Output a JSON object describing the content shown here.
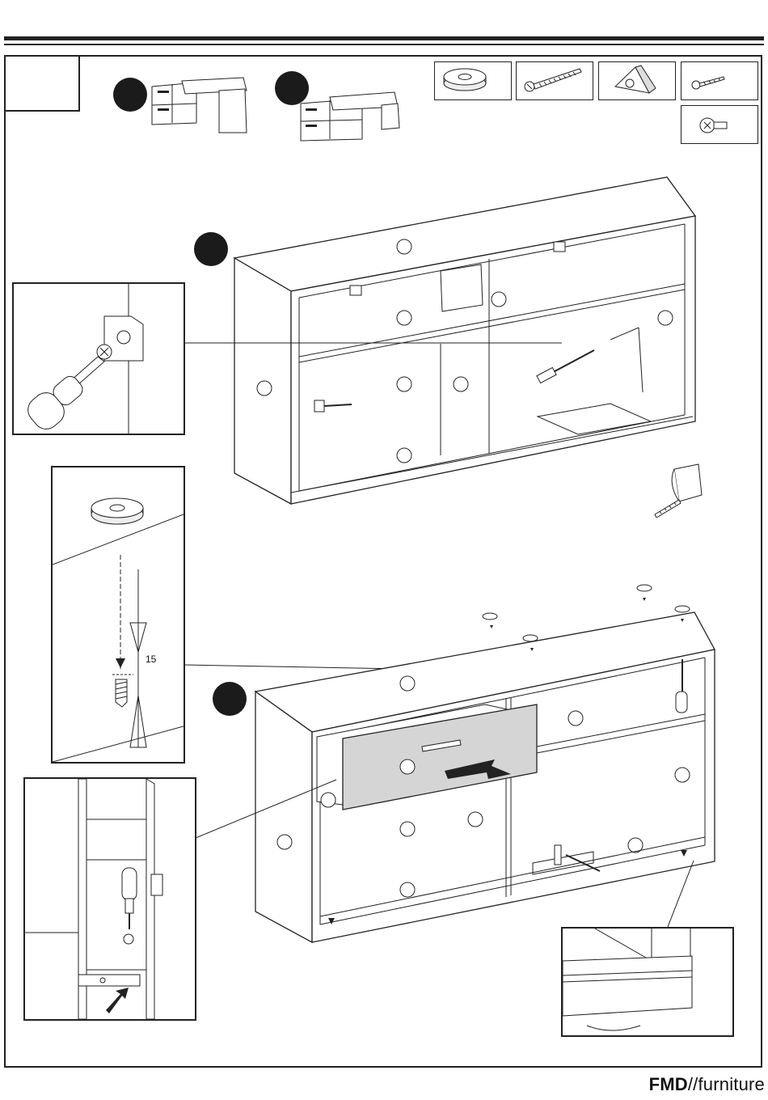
{
  "header": {
    "step_number": ""
  },
  "steps": {
    "a": "",
    "b": "",
    "c": "",
    "d": ""
  },
  "parts": [
    "furniture-glide-icon",
    "long-wood-screw-icon",
    "corner-bracket-icon",
    "short-screw-icon",
    "euro-screw-icon"
  ],
  "detail_feet": {
    "dimension": "15"
  },
  "footer": {
    "brand_bold": "FMD",
    "brand_rest": "//furniture"
  },
  "colors": {
    "line": "#222222",
    "drawer_front": "#d5d5d5",
    "marker": "#1b1b1b"
  }
}
